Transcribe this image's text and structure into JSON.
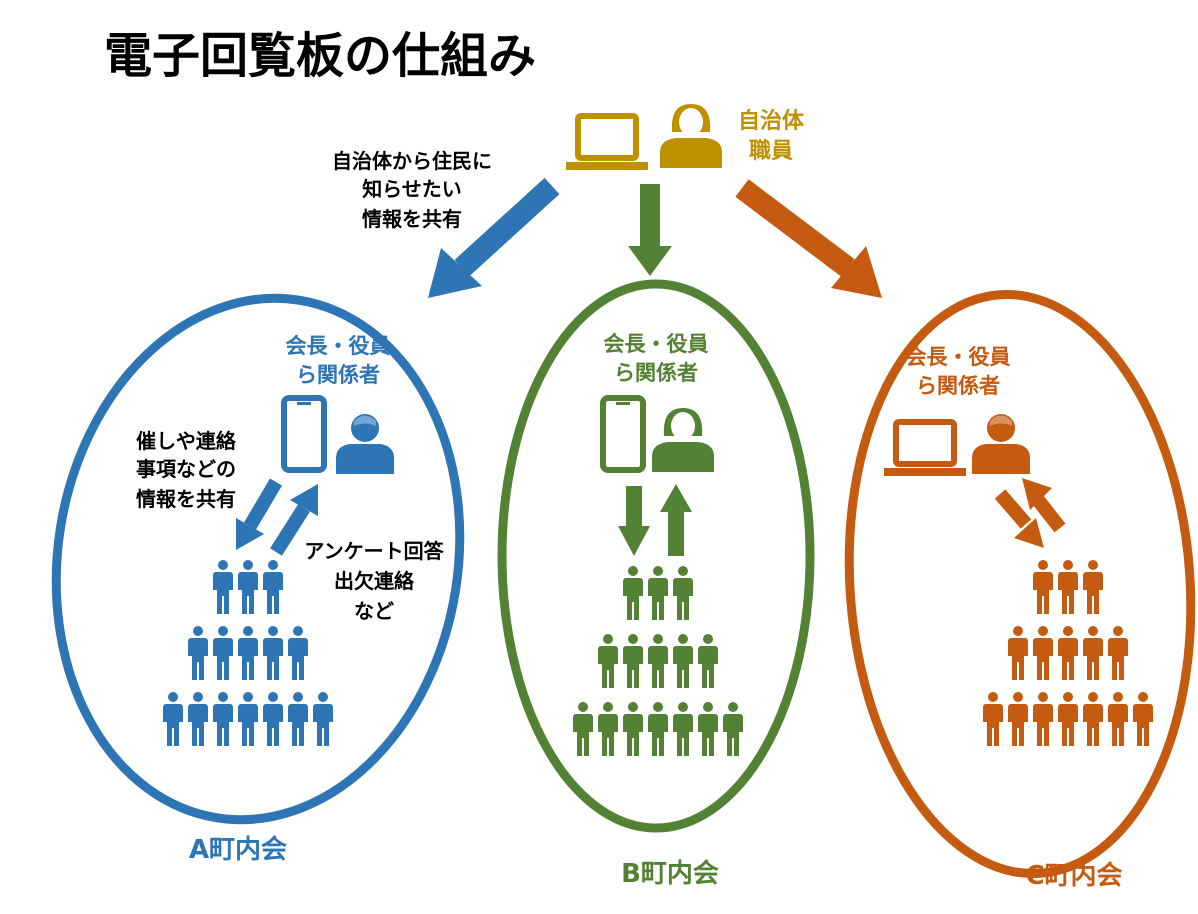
{
  "title": "電子回覧板の仕組み",
  "colors": {
    "blue": "#2E75B6",
    "green": "#548235",
    "orange": "#C55A11",
    "gold": "#BF9000",
    "text": "#000000"
  },
  "municipality": {
    "label_line1": "自治体",
    "label_line2": "職員",
    "device_icon": "laptop-icon",
    "person_icon": "female-person-icon"
  },
  "top_note": {
    "line1": "自治体から住民に",
    "line2": "知らせたい",
    "line3": "情報を共有"
  },
  "associations": [
    {
      "name": "A町内会",
      "officer_line1": "会長・役員",
      "officer_line2": "ら関係者",
      "device_icon": "smartphone-icon",
      "person_icon": "male-person-icon",
      "down_note": [
        "催しや連絡",
        "事項などの",
        "情報を共有"
      ],
      "up_note": [
        "アンケート回答",
        "出欠連絡",
        "など"
      ]
    },
    {
      "name": "B町内会",
      "officer_line1": "会長・役員",
      "officer_line2": "ら関係者",
      "device_icon": "smartphone-icon",
      "person_icon": "female-person-icon"
    },
    {
      "name": "C町内会",
      "officer_line1": "会長・役員",
      "officer_line2": "ら関係者",
      "device_icon": "laptop-icon",
      "person_icon": "male-person-icon"
    }
  ],
  "resident_icon": "resident-group-icon"
}
